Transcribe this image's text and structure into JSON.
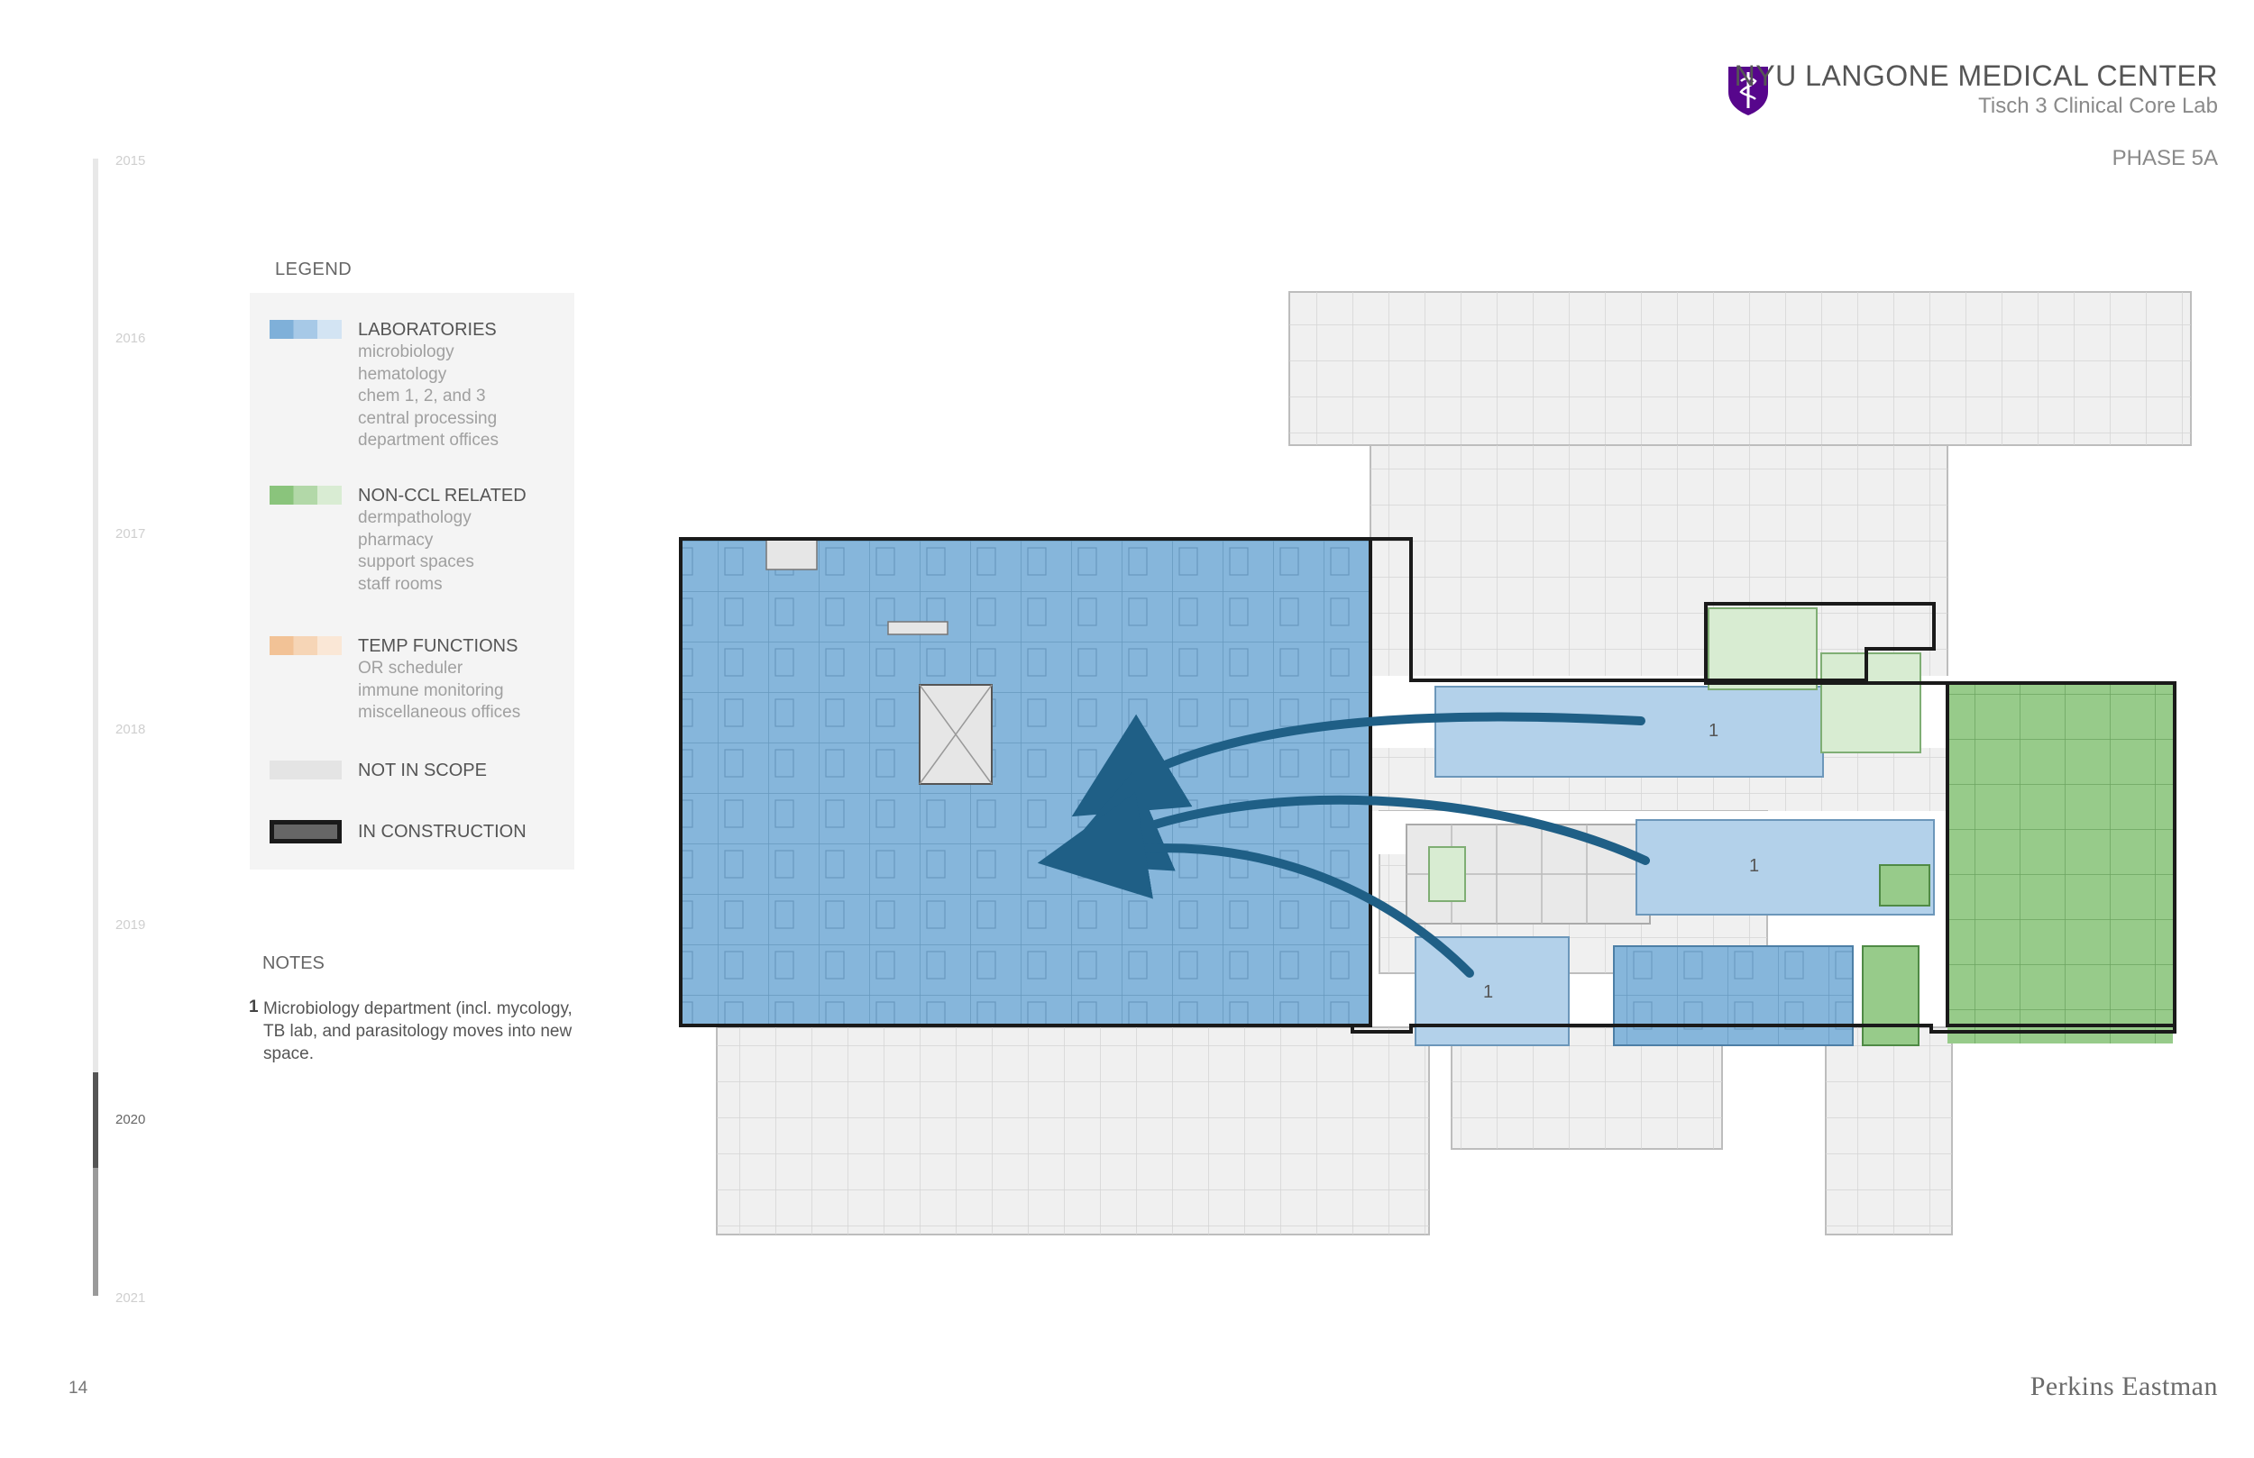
{
  "header": {
    "org_name": "NYU LANGONE MEDICAL CENTER",
    "project_name": "Tisch 3 Clinical Core Lab",
    "phase": "PHASE 5A"
  },
  "timeline": {
    "years": [
      "2015",
      "2016",
      "2017",
      "2018",
      "2019",
      "2020",
      "2021"
    ],
    "current_year": "2020"
  },
  "legend": {
    "title": "LEGEND",
    "items": [
      {
        "label": "LABORATORIES",
        "subitems": [
          "microbiology",
          "hematology",
          "chem 1, 2, and 3",
          "central processing",
          "department offices"
        ]
      },
      {
        "label": "NON-CCL RELATED",
        "subitems": [
          "dermpathology",
          "pharmacy",
          "support spaces",
          "staff rooms"
        ]
      },
      {
        "label": "TEMP FUNCTIONS",
        "subitems": [
          "OR scheduler",
          "immune monitoring",
          "miscellaneous offices"
        ]
      },
      {
        "label": "NOT IN SCOPE",
        "subitems": []
      },
      {
        "label": "IN CONSTRUCTION",
        "subitems": []
      }
    ]
  },
  "notes": {
    "title": "NOTES",
    "items": [
      {
        "number": "1",
        "text": "Microbiology department (incl. mycology, TB lab, and parasitology moves into new space."
      }
    ]
  },
  "plan": {
    "room_tags": [
      "1",
      "1",
      "1"
    ]
  },
  "colors": {
    "laboratory": "#86b6db",
    "laboratory_light": "#b3d1ea",
    "non_ccl": "#97cb8a",
    "non_ccl_light": "#d8ecd2",
    "not_in_scope": "#f0f0f0",
    "in_construction": "#1a1a1a",
    "arrow": "#1f5f86"
  },
  "footer": {
    "page_number": "14",
    "firm": "Perkins Eastman"
  }
}
